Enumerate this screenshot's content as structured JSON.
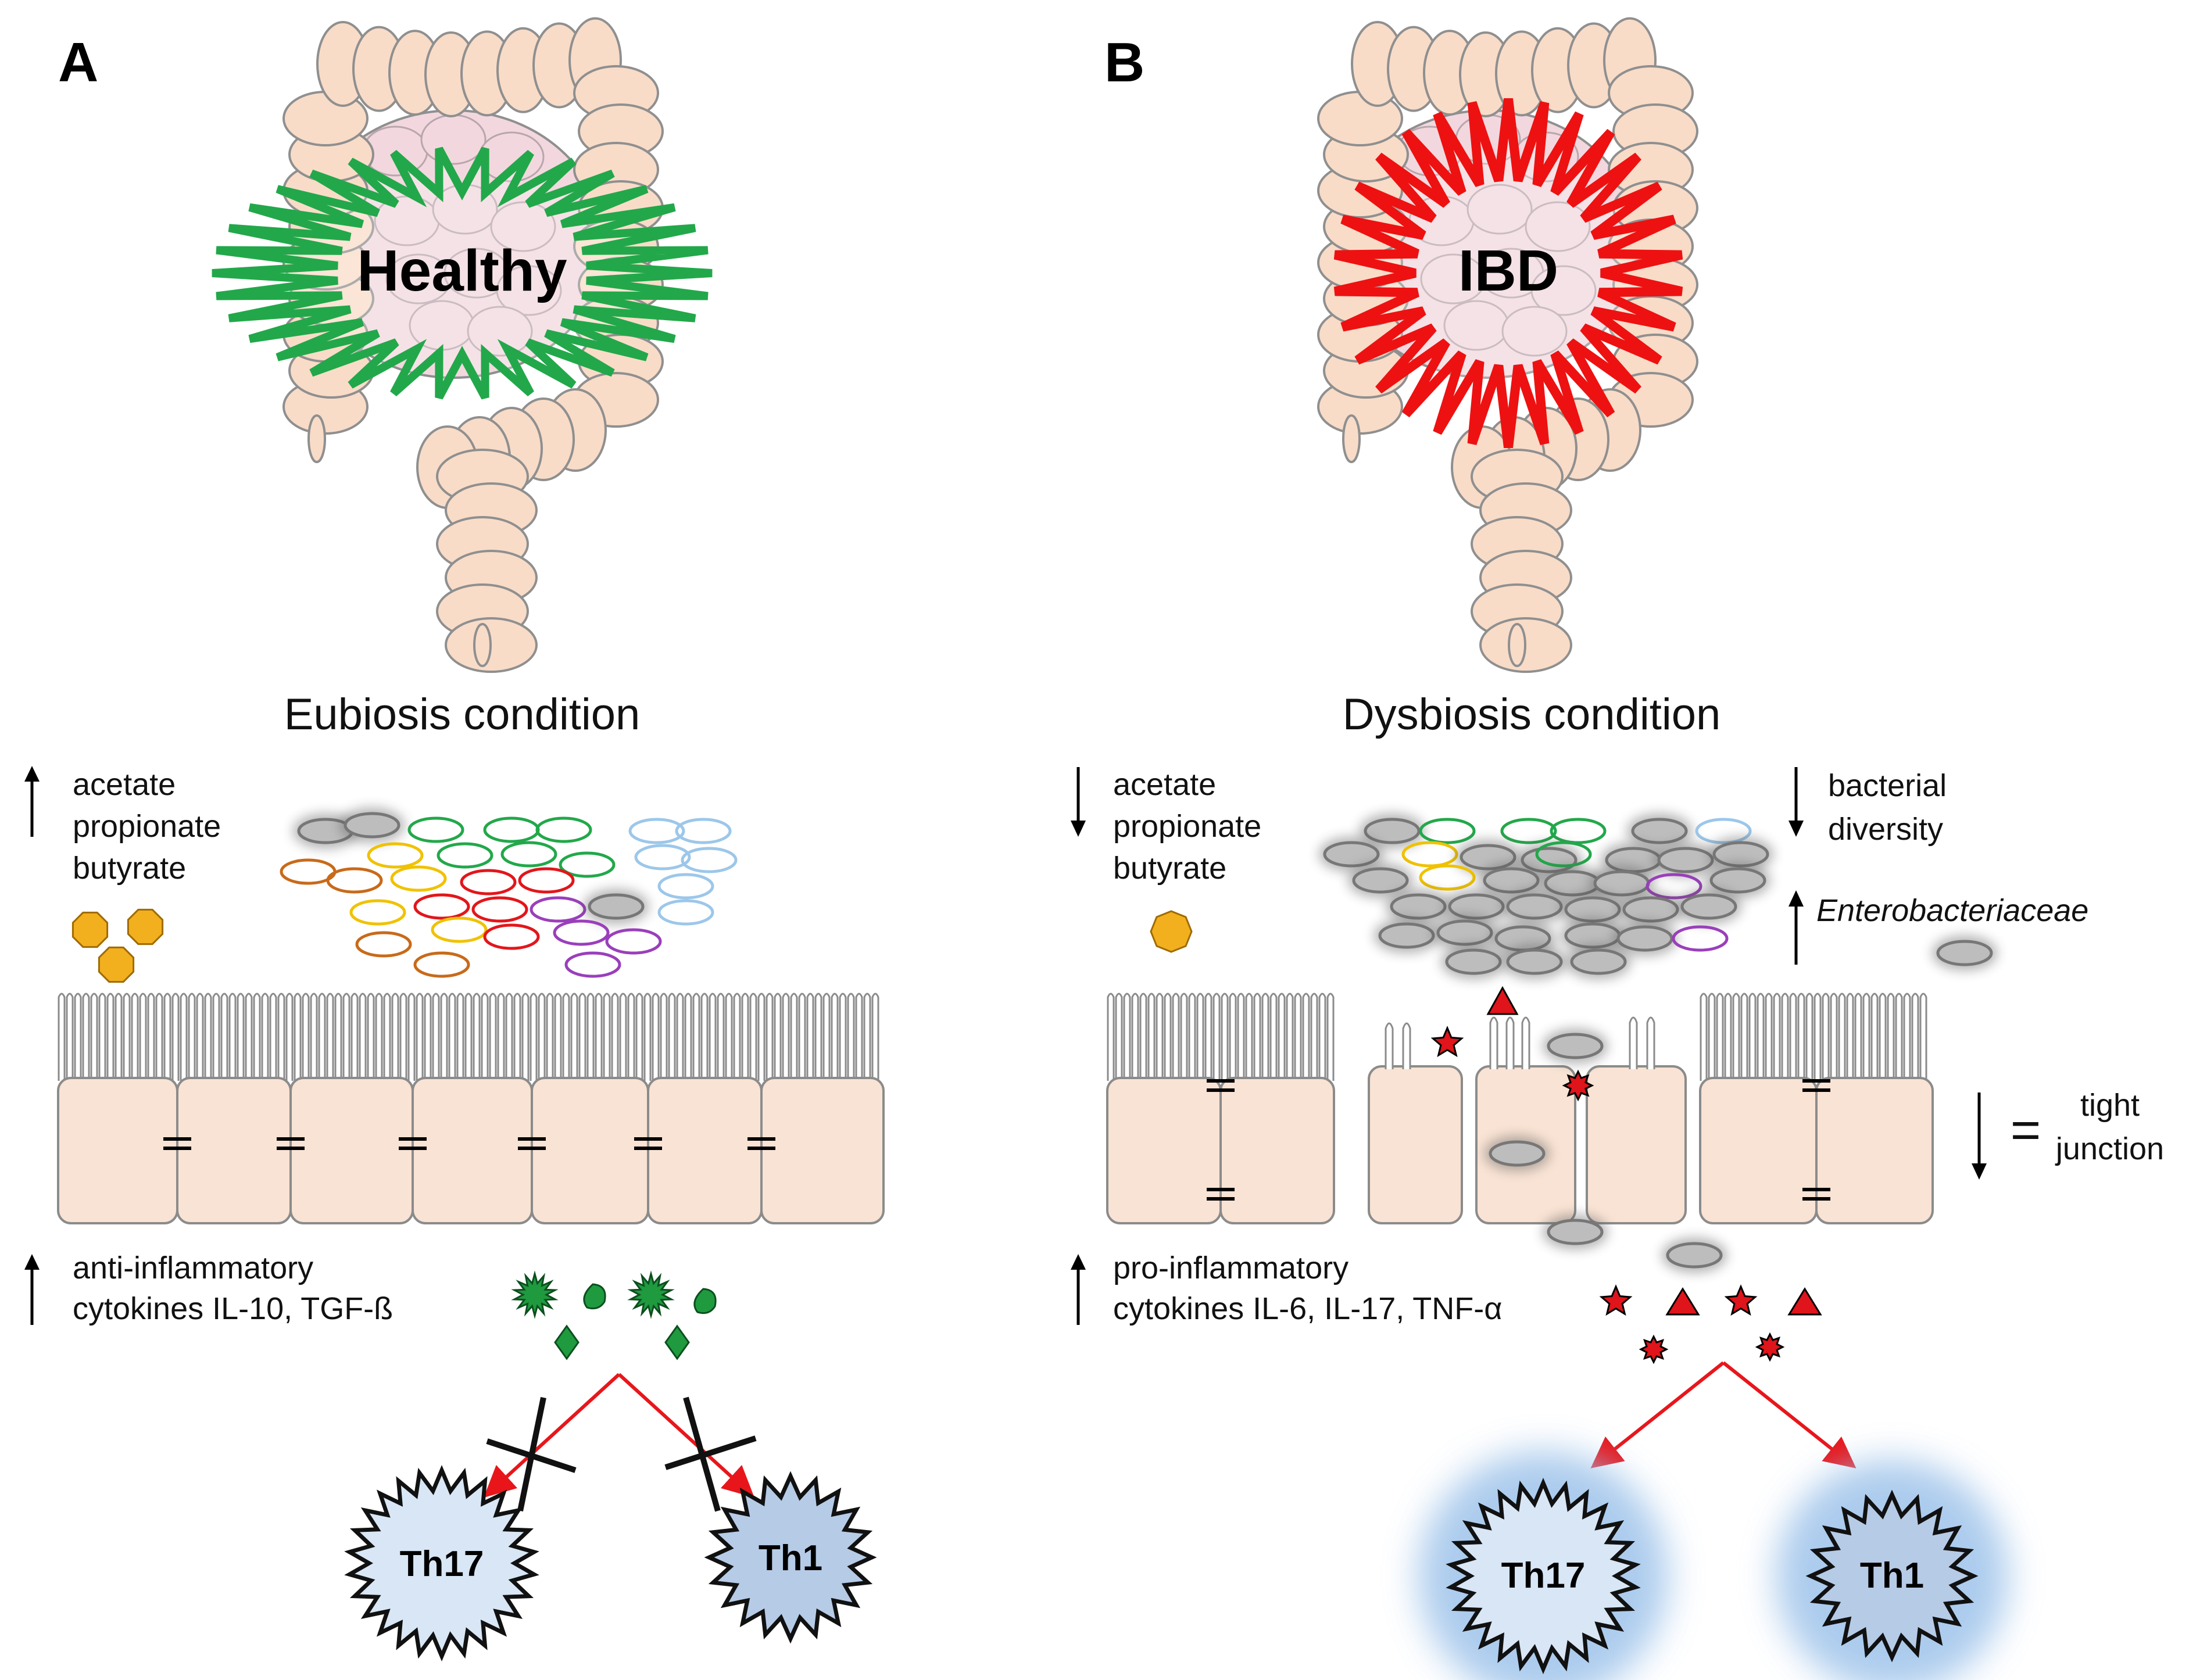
{
  "panel_a": {
    "letter": "A",
    "organ_label": "Healthy",
    "condition": "Eubiosis condition",
    "scfa_lines": [
      "acetate",
      "propionate",
      "butyrate"
    ],
    "scfa_trend": "up",
    "cytokine_lines": [
      "anti-inflammatory",
      "cytokines IL-10, TGF-ß"
    ],
    "tcell_left": "Th17",
    "tcell_right": "Th1",
    "accent": "#22a84a"
  },
  "panel_b": {
    "letter": "B",
    "organ_label": "IBD",
    "condition": "Dysbiosis condition",
    "scfa_lines": [
      "acetate",
      "propionate",
      "butyrate"
    ],
    "scfa_trend": "down",
    "diversity_lines": [
      "bacterial",
      "diversity"
    ],
    "entero_label": "Enterobacteriaceae",
    "junction_lines": [
      "tight",
      "junction"
    ],
    "junction_symbol": "=",
    "cytokine_lines": [
      "pro-inflammatory",
      "cytokines IL-6, IL-17, TNF-α"
    ],
    "tcell_left": "Th17",
    "tcell_right": "Th1",
    "accent": "#ee1111"
  },
  "colors": {
    "colon_fill": "#f8dcc8",
    "colon_stroke": "#8f8f8f",
    "colon_inner": "#f2d8de",
    "epithelium_fill": "#f9e3d4",
    "scfa_orange": "#f2b01e",
    "arrow_red": "#e8161b",
    "tcell_light": "#d8e6f5",
    "tcell_mid": "#b6cbe6",
    "green_cytokine": "#1f9a3f",
    "red_cytokine": "#e0141b"
  }
}
